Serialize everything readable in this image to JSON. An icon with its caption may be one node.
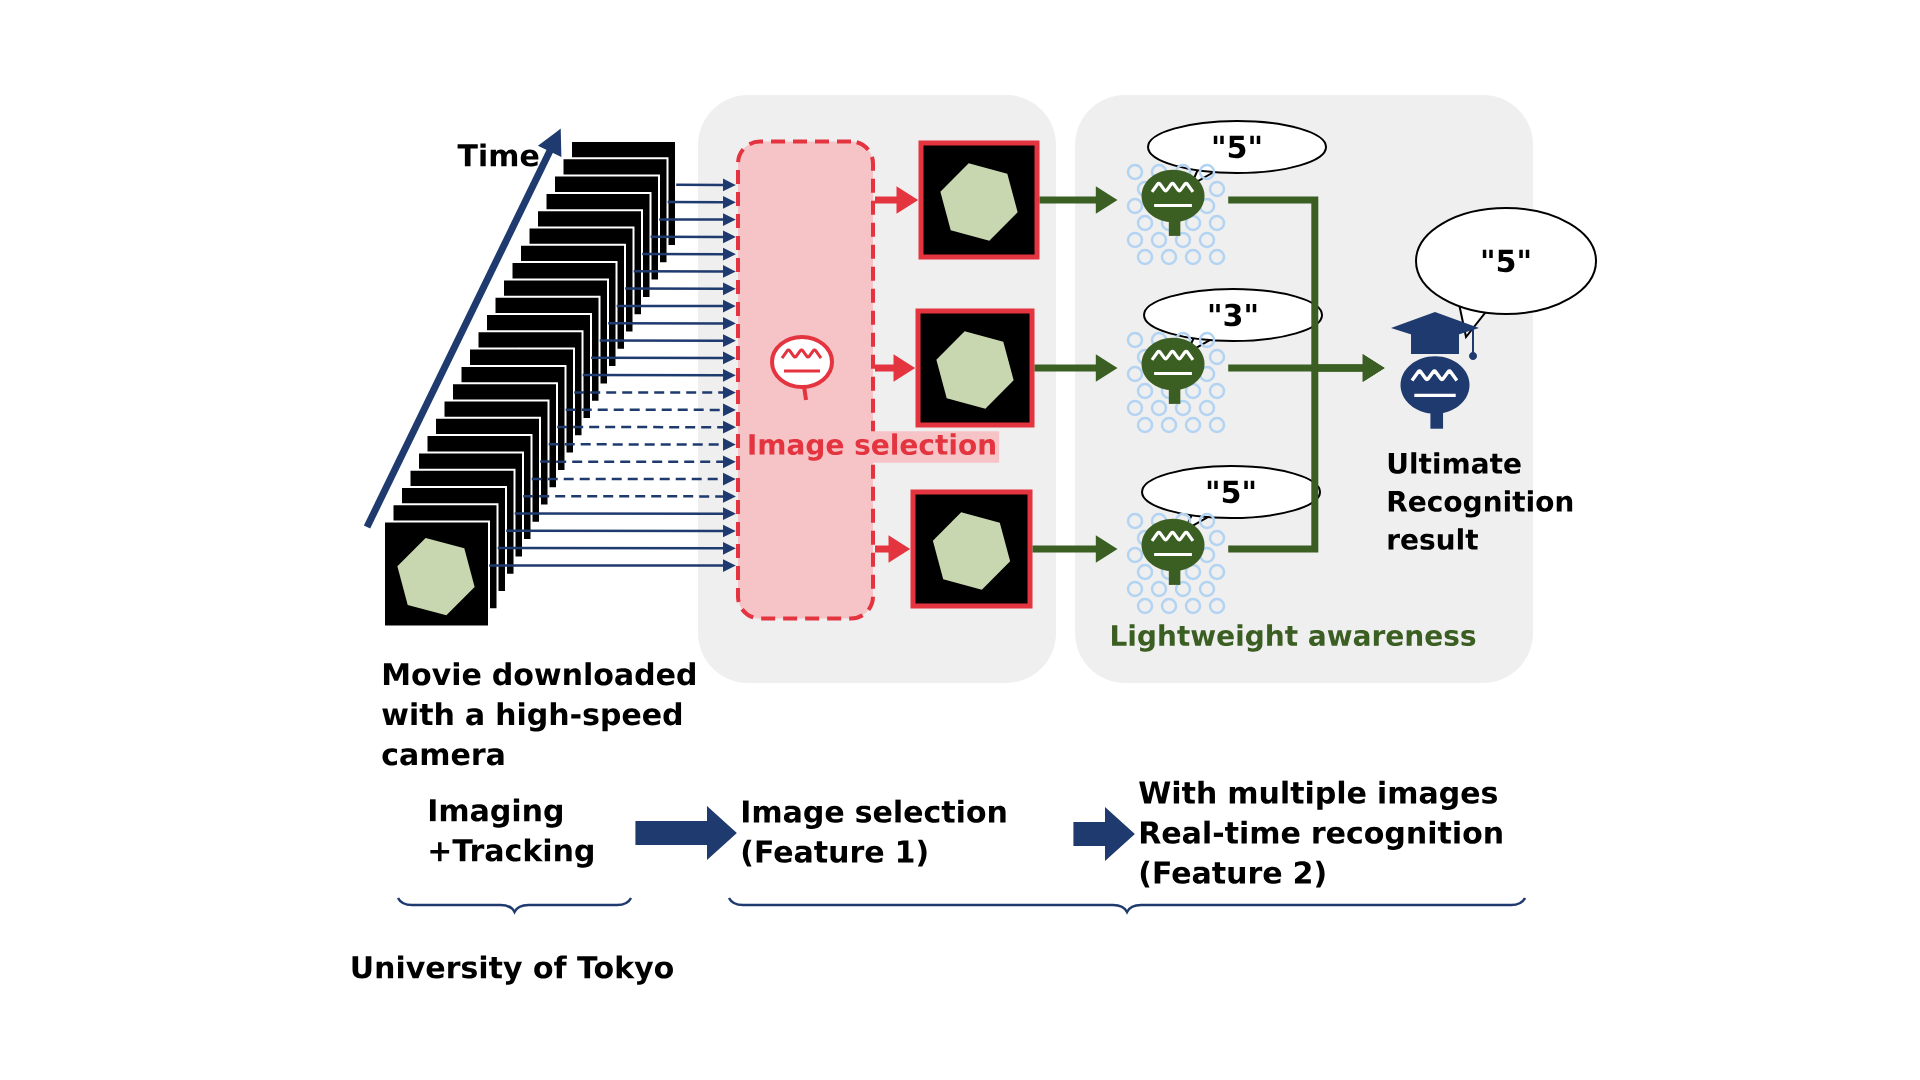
{
  "diagram": {
    "nodes": [
      {
        "text": [],
        "shape": "picture",
        "beside": [
          "Movie downloaded with a high-speed camera"
        ]
      },
      {
        "text": [
          "Image selection"
        ]
      },
      {
        "text": [],
        "shape": "picture"
      },
      {
        "text": [],
        "shape": "picture"
      },
      {
        "text": [],
        "shape": "picture"
      },
      {
        "text": [
          "Lightweight awareness"
        ]
      },
      {
        "text": [
          "\"5\""
        ],
        "in": 5
      },
      {
        "text": [],
        "shape": "picture",
        "in": 5
      },
      {
        "text": [
          "\"3\""
        ],
        "in": 5
      },
      {
        "text": [],
        "shape": "picture",
        "in": 5
      },
      {
        "text": [
          "\"5\""
        ],
        "in": 5
      },
      {
        "text": [],
        "shape": "picture",
        "in": 5
      },
      {
        "text": [
          "\"5\""
        ]
      },
      {
        "text": [],
        "shape": "picture",
        "in": 5,
        "beside": [
          "Ultimate Recognition result"
        ]
      },
      {
        "text": [
          "Imaging +Tracking"
        ]
      },
      {
        "text": [
          "Image selection (Feature 1)"
        ]
      },
      {
        "text": [
          "With multiple images Real-time recognition (Feature 2)"
        ]
      }
    ],
    "edges": [
      {
        "from": 0,
        "to": 1,
        "arrow": "to"
      },
      {
        "from": 0,
        "to": 1,
        "arrow": "to"
      },
      {
        "from": 0,
        "to": 1,
        "arrow": "to"
      },
      {
        "from": 0,
        "to": 1,
        "arrow": "to"
      },
      {
        "from": 0,
        "to": 1,
        "arrow": "to"
      },
      {
        "from": 0,
        "to": 1,
        "arrow": "to"
      },
      {
        "from": 0,
        "to": 1,
        "arrow": "to"
      },
      {
        "from": 0,
        "to": 1,
        "arrow": "to"
      },
      {
        "from": 0,
        "to": 1,
        "arrow": "to"
      },
      {
        "from": 0,
        "to": 1,
        "arrow": "to"
      },
      {
        "from": 0,
        "to": 1,
        "arrow": "to"
      },
      {
        "from": 0,
        "to": 1,
        "arrow": "to"
      },
      {
        "from": 0,
        "to": 1,
        "arrow": "to",
        "style": "dashed"
      },
      {
        "from": 0,
        "to": 1,
        "arrow": "to",
        "style": "dashed"
      },
      {
        "from": 0,
        "to": 1,
        "arrow": "to",
        "style": "dashed"
      },
      {
        "from": 0,
        "to": 1,
        "arrow": "to",
        "style": "dashed"
      },
      {
        "from": 0,
        "to": 1,
        "arrow": "to",
        "style": "dashed"
      },
      {
        "from": 0,
        "to": 1,
        "arrow": "to",
        "style": "dashed"
      },
      {
        "from": 0,
        "to": 1,
        "arrow": "to",
        "style": "dashed"
      },
      {
        "from": 0,
        "to": 1,
        "arrow": "to"
      },
      {
        "from": 0,
        "to": 1,
        "arrow": "to"
      },
      {
        "from": 0,
        "to": 1,
        "arrow": "to"
      },
      {
        "from": 0,
        "to": 1,
        "arrow": "to"
      },
      {
        "from": 1,
        "to": 2,
        "arrow": "to",
        "style": "thick",
        "color": "#e3343f"
      },
      {
        "from": 1,
        "to": 3,
        "arrow": "to",
        "style": "thick",
        "color": "#e3343f"
      },
      {
        "from": 1,
        "to": 4,
        "arrow": "to",
        "style": "thick",
        "color": "#e3343f"
      },
      {
        "from": 2,
        "to": 7,
        "arrow": "to",
        "style": "thick",
        "color": "#3b5e22"
      },
      {
        "from": 3,
        "to": 9,
        "arrow": "to",
        "style": "thick",
        "color": "#3b5e22"
      },
      {
        "from": 4,
        "to": 11,
        "arrow": "to",
        "style": "thick",
        "color": "#3b5e22"
      },
      {
        "from": 7,
        "to": 13,
        "arrow": "to",
        "style": "thick",
        "color": "#3b5e22"
      },
      {
        "from": 9,
        "to": 13,
        "arrow": "to",
        "style": "thick",
        "color": "#3b5e22"
      },
      {
        "from": 11,
        "to": 13,
        "arrow": "to",
        "style": "thick",
        "color": "#3b5e22"
      },
      {
        "from": 14,
        "to": 15,
        "arrow": "to",
        "style": "thick"
      },
      {
        "from": 15,
        "to": 16,
        "arrow": "to",
        "style": "thick"
      }
    ],
    "labels": [
      "Time",
      "University of Tokyo"
    ]
  }
}
